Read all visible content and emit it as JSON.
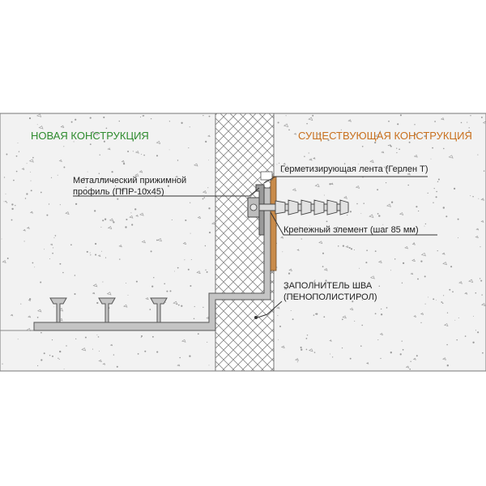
{
  "left_section": {
    "title": "НОВАЯ КОНСТРУКЦИЯ",
    "title_color": "#2e8b2e"
  },
  "right_section": {
    "title": "СУЩЕСТВУЮЩАЯ КОНСТРУКЦИЯ",
    "title_color": "#c8701e"
  },
  "callouts": {
    "sealing_tape": "Герметизирующая лента  (Герлен Т)",
    "profile_line1": "Металлический прижимной",
    "profile_line2": "профиль  (ППР-10х45)",
    "fastener": "Крепежный элемент (шаг 85 мм)",
    "filler_line1": "ЗАПОЛНИТЕЛЬ ШВА",
    "filler_line2": "(ПЕНОПОЛИСТИРОЛ)"
  },
  "colors": {
    "concrete": "#f2f2f2",
    "foam_fill": "#ffffff",
    "profile_gray": "#b9b9b9",
    "tape_brown": "#c98b4a",
    "outline": "#555555"
  }
}
